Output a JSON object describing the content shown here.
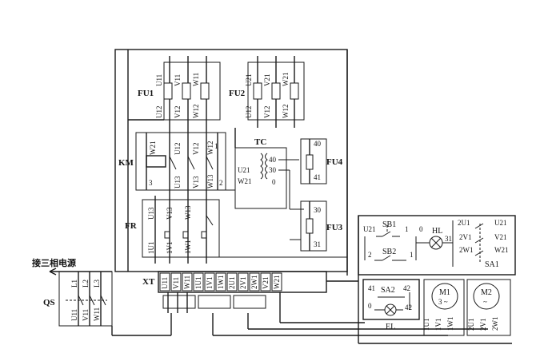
{
  "fuse_fu1": {
    "name": "FU1",
    "top": [
      "U11",
      "V11",
      "W11"
    ],
    "bottom": [
      "U12",
      "V12",
      "W12"
    ]
  },
  "fuse_fu2": {
    "name": "FU2",
    "top": [
      "U21",
      "V21",
      "W21"
    ],
    "bottom": [
      "U12",
      "V12",
      "W12"
    ]
  },
  "contactor": {
    "name": "KM",
    "top": [
      "W21",
      "U12",
      "V12",
      "W12",
      "1"
    ],
    "bottom": [
      "3",
      "U13",
      "V13",
      "W13",
      "2"
    ]
  },
  "transformer": {
    "name": "TC",
    "left": [
      "U21",
      "W21"
    ],
    "right": [
      "40",
      "30",
      "0"
    ]
  },
  "fuse_fu4": {
    "name": "FU4",
    "top": "40",
    "bottom": "41"
  },
  "fuse_fu3": {
    "name": "FU3",
    "top": "30",
    "bottom": "31"
  },
  "thermal_relay": {
    "name": "FR",
    "top": [
      "U13",
      "V13",
      "W13"
    ],
    "bottom": [
      "1U1",
      "1V1",
      "1W1"
    ]
  },
  "power_source": {
    "label": "接三相电源",
    "switch": "QS",
    "lines": [
      "L1",
      "L2",
      "L3"
    ],
    "outs": [
      "U11",
      "V11",
      "W11"
    ]
  },
  "terminal_block": {
    "name": "XT",
    "terminals": [
      "U11",
      "V11",
      "W11",
      "1U1",
      "1V1",
      "1W1",
      "2U1",
      "2V1",
      "2W1",
      "V21",
      "W21"
    ]
  },
  "control_panel": {
    "sb1": "SB1",
    "sb2": "SB2",
    "hl": "HL",
    "sa1": "SA1",
    "nodes": {
      "u21": "U21",
      "n1": "1",
      "n0": "0",
      "n31": "31",
      "n2": "2",
      "n1b": "1",
      "n2u1": "2U1",
      "nu21b": "U21",
      "n2v1": "2V1",
      "nv21": "V21",
      "n2w1": "2W1",
      "nw21": "W21"
    }
  },
  "lamp_panel": {
    "sa2": "SA2",
    "el": "EL",
    "n41": "41",
    "n42": "42",
    "n0": "0",
    "n42b": "42"
  },
  "motor_m1": {
    "name": "M1",
    "phase": "3 ~",
    "terms": [
      "1U1",
      "1V1",
      "1W1"
    ]
  },
  "motor_m2": {
    "name": "M2",
    "phase": "~",
    "terms": [
      "2U1",
      "2V1",
      "2W1"
    ]
  }
}
